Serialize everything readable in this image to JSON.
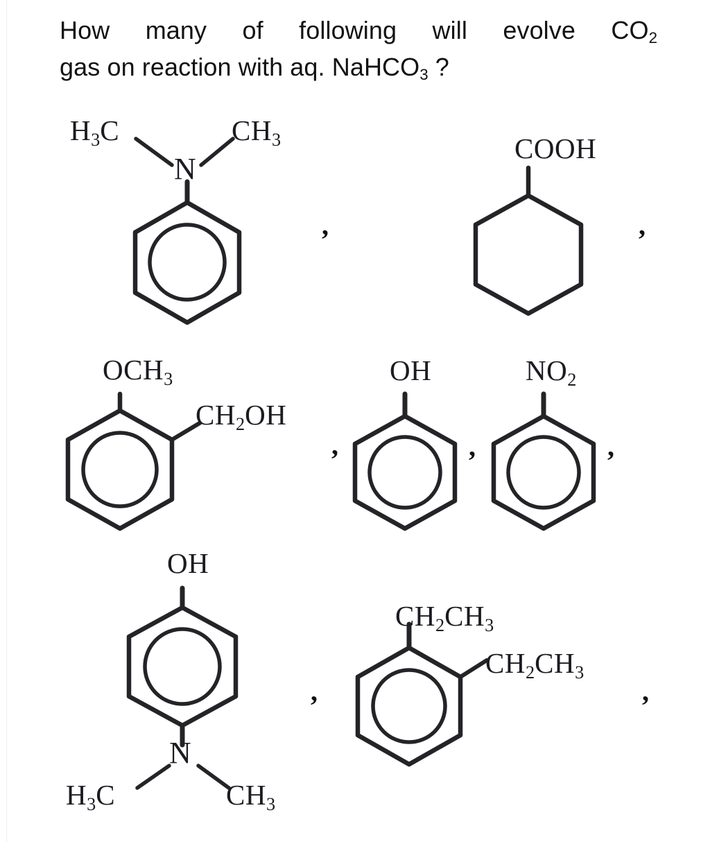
{
  "question": {
    "line1_parts": [
      "How",
      "many",
      "of",
      "following",
      "will",
      "evolve",
      "CO"
    ],
    "line1_sub": "2",
    "line2_pre": "gas on reaction with aq. NaHCO",
    "line2_sub": "3",
    "line2_post": " ?",
    "full_text": "How many of following will evolve CO2 gas on reaction with aq. NaHCO3 ?"
  },
  "colors": {
    "ink": "#1b1b22",
    "text": "#121212",
    "bond": "#242428",
    "background": "#ffffff",
    "edge_rule": "#eceded"
  },
  "molecules": [
    {
      "id": "m1",
      "name": "N,N-dimethylaniline",
      "ring": "benzene-aromatic",
      "labels": [
        {
          "key": "left_methyl",
          "text": "H",
          "sub": "3",
          "tail": "C"
        },
        {
          "key": "nitrogen",
          "text": "N"
        },
        {
          "key": "right_methyl",
          "text": "CH",
          "sub": "3"
        }
      ],
      "trailing_punctuation": ","
    },
    {
      "id": "m2",
      "name": "cyclohexanecarboxylic acid",
      "ring": "cyclohexane-plain",
      "labels": [
        {
          "key": "carboxyl",
          "text": "COOH"
        }
      ],
      "trailing_punctuation": ","
    },
    {
      "id": "m3",
      "name": "2-methoxybenzyl alcohol",
      "ring": "benzene-aromatic",
      "labels": [
        {
          "key": "methoxy",
          "text": "OCH",
          "sub": "3"
        },
        {
          "key": "hydroxymethyl",
          "text": "CH",
          "sub": "2",
          "tail": "OH"
        }
      ],
      "trailing_punctuation": ","
    },
    {
      "id": "m4",
      "name": "phenol",
      "ring": "benzene-aromatic",
      "labels": [
        {
          "key": "hydroxyl",
          "text": "OH"
        }
      ],
      "trailing_punctuation": ","
    },
    {
      "id": "m5",
      "name": "nitrobenzene",
      "ring": "benzene-aromatic",
      "labels": [
        {
          "key": "nitro",
          "text": "NO",
          "sub": "2"
        }
      ],
      "trailing_punctuation": ","
    },
    {
      "id": "m6",
      "name": "4-(dimethylamino)phenol",
      "ring": "benzene-aromatic",
      "labels": [
        {
          "key": "hydroxyl",
          "text": "OH"
        },
        {
          "key": "nitrogen",
          "text": "N"
        },
        {
          "key": "left_methyl",
          "text": "H",
          "sub": "3",
          "tail": "C"
        },
        {
          "key": "right_methyl",
          "text": "CH",
          "sub": "3"
        }
      ],
      "trailing_punctuation": ","
    },
    {
      "id": "m7",
      "name": "1,2-diethylbenzene",
      "ring": "benzene-aromatic",
      "labels": [
        {
          "key": "ethyl_top",
          "text": "CH",
          "sub": "2",
          "tail": "CH",
          "tail_sub": "3"
        },
        {
          "key": "ethyl_ortho",
          "text": "CH",
          "sub": "2",
          "tail": "CH",
          "tail_sub": "3"
        }
      ],
      "trailing_punctuation": ","
    }
  ],
  "labels": {
    "m1_left_methyl": "H3C",
    "m1_n": "N",
    "m1_right_methyl": "CH3",
    "m2_cooh": "COOH",
    "m3_och3": "OCH3",
    "m3_ch2oh": "CH2OH",
    "m4_oh": "OH",
    "m5_no2": "NO2",
    "m6_oh": "OH",
    "m6_n": "N",
    "m6_left_methyl": "H3C",
    "m6_right_methyl": "CH3",
    "m7_ethyl_top": "CH2CH3",
    "m7_ethyl_ortho": "CH2CH3"
  },
  "punctuation": {
    "comma": ","
  }
}
